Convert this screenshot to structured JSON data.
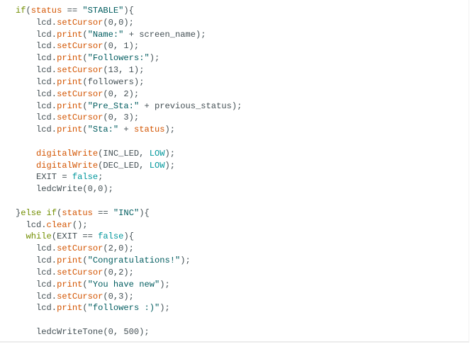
{
  "editor": {
    "colors": {
      "keyword": "#728e00",
      "function": "#d35400",
      "string": "#005c5f",
      "constant": "#00979c",
      "text": "#434f54",
      "background": "#ffffff"
    },
    "lines": [
      {
        "indent": "",
        "tokens": [
          {
            "t": "kw",
            "v": "if"
          },
          {
            "t": "plain",
            "v": "("
          },
          {
            "t": "fn",
            "v": "status"
          },
          {
            "t": "plain",
            "v": " == "
          },
          {
            "t": "str",
            "v": "\"STABLE\""
          },
          {
            "t": "plain",
            "v": "){"
          }
        ]
      },
      {
        "indent": "    ",
        "tokens": [
          {
            "t": "plain",
            "v": "lcd."
          },
          {
            "t": "fn",
            "v": "setCursor"
          },
          {
            "t": "plain",
            "v": "(0,0);"
          }
        ]
      },
      {
        "indent": "    ",
        "tokens": [
          {
            "t": "plain",
            "v": "lcd."
          },
          {
            "t": "fn",
            "v": "print"
          },
          {
            "t": "plain",
            "v": "("
          },
          {
            "t": "str",
            "v": "\"Name:\""
          },
          {
            "t": "plain",
            "v": " + screen_name);"
          }
        ]
      },
      {
        "indent": "    ",
        "tokens": [
          {
            "t": "plain",
            "v": "lcd."
          },
          {
            "t": "fn",
            "v": "setCursor"
          },
          {
            "t": "plain",
            "v": "(0, 1);"
          }
        ]
      },
      {
        "indent": "    ",
        "tokens": [
          {
            "t": "plain",
            "v": "lcd."
          },
          {
            "t": "fn",
            "v": "print"
          },
          {
            "t": "plain",
            "v": "("
          },
          {
            "t": "str",
            "v": "\"Followers:\""
          },
          {
            "t": "plain",
            "v": ");"
          }
        ]
      },
      {
        "indent": "    ",
        "tokens": [
          {
            "t": "plain",
            "v": "lcd."
          },
          {
            "t": "fn",
            "v": "setCursor"
          },
          {
            "t": "plain",
            "v": "(13, 1);"
          }
        ]
      },
      {
        "indent": "    ",
        "tokens": [
          {
            "t": "plain",
            "v": "lcd."
          },
          {
            "t": "fn",
            "v": "print"
          },
          {
            "t": "plain",
            "v": "(followers);"
          }
        ]
      },
      {
        "indent": "    ",
        "tokens": [
          {
            "t": "plain",
            "v": "lcd."
          },
          {
            "t": "fn",
            "v": "setCursor"
          },
          {
            "t": "plain",
            "v": "(0, 2);"
          }
        ]
      },
      {
        "indent": "    ",
        "tokens": [
          {
            "t": "plain",
            "v": "lcd."
          },
          {
            "t": "fn",
            "v": "print"
          },
          {
            "t": "plain",
            "v": "("
          },
          {
            "t": "str",
            "v": "\"Pre_Sta:\""
          },
          {
            "t": "plain",
            "v": " + previous_status);"
          }
        ]
      },
      {
        "indent": "    ",
        "tokens": [
          {
            "t": "plain",
            "v": "lcd."
          },
          {
            "t": "fn",
            "v": "setCursor"
          },
          {
            "t": "plain",
            "v": "(0, 3);"
          }
        ]
      },
      {
        "indent": "    ",
        "tokens": [
          {
            "t": "plain",
            "v": "lcd."
          },
          {
            "t": "fn",
            "v": "print"
          },
          {
            "t": "plain",
            "v": "("
          },
          {
            "t": "str",
            "v": "\"Sta:\""
          },
          {
            "t": "plain",
            "v": " + "
          },
          {
            "t": "fn",
            "v": "status"
          },
          {
            "t": "plain",
            "v": ");"
          }
        ]
      },
      {
        "indent": "",
        "tokens": []
      },
      {
        "indent": "    ",
        "tokens": [
          {
            "t": "fn",
            "v": "digitalWrite"
          },
          {
            "t": "plain",
            "v": "(INC_LED, "
          },
          {
            "t": "const",
            "v": "LOW"
          },
          {
            "t": "plain",
            "v": ");"
          }
        ]
      },
      {
        "indent": "    ",
        "tokens": [
          {
            "t": "fn",
            "v": "digitalWrite"
          },
          {
            "t": "plain",
            "v": "(DEC_LED, "
          },
          {
            "t": "const",
            "v": "LOW"
          },
          {
            "t": "plain",
            "v": ");"
          }
        ]
      },
      {
        "indent": "    ",
        "tokens": [
          {
            "t": "plain",
            "v": "EXIT = "
          },
          {
            "t": "const",
            "v": "false"
          },
          {
            "t": "plain",
            "v": ";"
          }
        ]
      },
      {
        "indent": "    ",
        "tokens": [
          {
            "t": "plain",
            "v": "ledcWrite(0,0);"
          }
        ]
      },
      {
        "indent": "",
        "tokens": []
      },
      {
        "indent": "",
        "tokens": [
          {
            "t": "plain",
            "v": "}"
          },
          {
            "t": "kw",
            "v": "else if"
          },
          {
            "t": "plain",
            "v": "("
          },
          {
            "t": "fn",
            "v": "status"
          },
          {
            "t": "plain",
            "v": " == "
          },
          {
            "t": "str",
            "v": "\"INC\""
          },
          {
            "t": "plain",
            "v": "){"
          }
        ]
      },
      {
        "indent": "  ",
        "tokens": [
          {
            "t": "plain",
            "v": "lcd."
          },
          {
            "t": "fn",
            "v": "clear"
          },
          {
            "t": "plain",
            "v": "();"
          }
        ]
      },
      {
        "indent": "  ",
        "tokens": [
          {
            "t": "kw",
            "v": "while"
          },
          {
            "t": "plain",
            "v": "(EXIT == "
          },
          {
            "t": "const",
            "v": "false"
          },
          {
            "t": "plain",
            "v": "){"
          }
        ]
      },
      {
        "indent": "    ",
        "tokens": [
          {
            "t": "plain",
            "v": "lcd."
          },
          {
            "t": "fn",
            "v": "setCursor"
          },
          {
            "t": "plain",
            "v": "(2,0);"
          }
        ]
      },
      {
        "indent": "    ",
        "tokens": [
          {
            "t": "plain",
            "v": "lcd."
          },
          {
            "t": "fn",
            "v": "print"
          },
          {
            "t": "plain",
            "v": "("
          },
          {
            "t": "str",
            "v": "\"Congratulations!\""
          },
          {
            "t": "plain",
            "v": ");"
          }
        ]
      },
      {
        "indent": "    ",
        "tokens": [
          {
            "t": "plain",
            "v": "lcd."
          },
          {
            "t": "fn",
            "v": "setCursor"
          },
          {
            "t": "plain",
            "v": "(0,2);"
          }
        ]
      },
      {
        "indent": "    ",
        "tokens": [
          {
            "t": "plain",
            "v": "lcd."
          },
          {
            "t": "fn",
            "v": "print"
          },
          {
            "t": "plain",
            "v": "("
          },
          {
            "t": "str",
            "v": "\"You have new\""
          },
          {
            "t": "plain",
            "v": ");"
          }
        ]
      },
      {
        "indent": "    ",
        "tokens": [
          {
            "t": "plain",
            "v": "lcd."
          },
          {
            "t": "fn",
            "v": "setCursor"
          },
          {
            "t": "plain",
            "v": "(0,3);"
          }
        ]
      },
      {
        "indent": "    ",
        "tokens": [
          {
            "t": "plain",
            "v": "lcd."
          },
          {
            "t": "fn",
            "v": "print"
          },
          {
            "t": "plain",
            "v": "("
          },
          {
            "t": "str",
            "v": "\"followers :)\""
          },
          {
            "t": "plain",
            "v": ");"
          }
        ]
      },
      {
        "indent": "",
        "tokens": []
      },
      {
        "indent": "    ",
        "tokens": [
          {
            "t": "plain",
            "v": "ledcWriteTone(0, 500);"
          }
        ]
      }
    ]
  }
}
